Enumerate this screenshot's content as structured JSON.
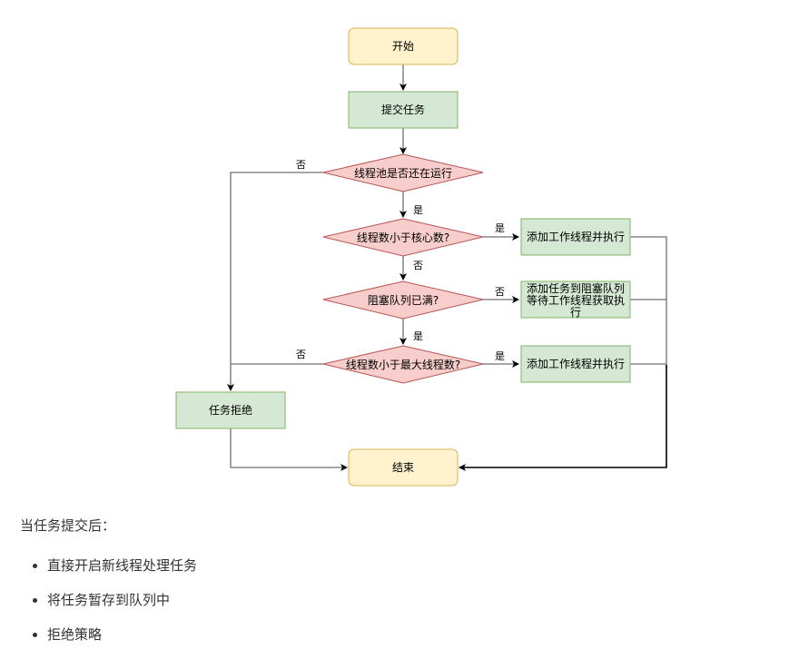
{
  "colors": {
    "terminal_fill": "#fff2cc",
    "terminal_stroke": "#d6b656",
    "process_fill": "#d5e8d4",
    "process_stroke": "#82b366",
    "decision_fill": "#f8cecc",
    "decision_stroke": "#b85450",
    "edge_gray": "#707070",
    "edge_black": "#000000"
  },
  "nodes": {
    "start": "开始",
    "submit": "提交任务",
    "pool_running": "线程池是否还在运行",
    "core_check": "线程数小于核心数?",
    "add_worker_1": "添加工作线程并执行",
    "queue_full": "阻塞队列已满?",
    "enqueue_line1": "添加任务到阻塞队列",
    "enqueue_line2": "等待工作线程获取执",
    "enqueue_line3": "行",
    "max_check": "线程数小于最大线程数?",
    "add_worker_2": "添加工作线程并执行",
    "reject": "任务拒绝",
    "end": "结束"
  },
  "edges": {
    "pool_no": "否",
    "pool_yes": "是",
    "core_yes": "是",
    "core_no": "否",
    "queue_no": "否",
    "queue_yes": "是",
    "max_no": "否",
    "max_yes": "是"
  },
  "text": {
    "intro": "当任务提交后：",
    "bullets": [
      "直接开启新线程处理任务",
      "将任务暂存到队列中",
      "拒绝策略"
    ]
  }
}
